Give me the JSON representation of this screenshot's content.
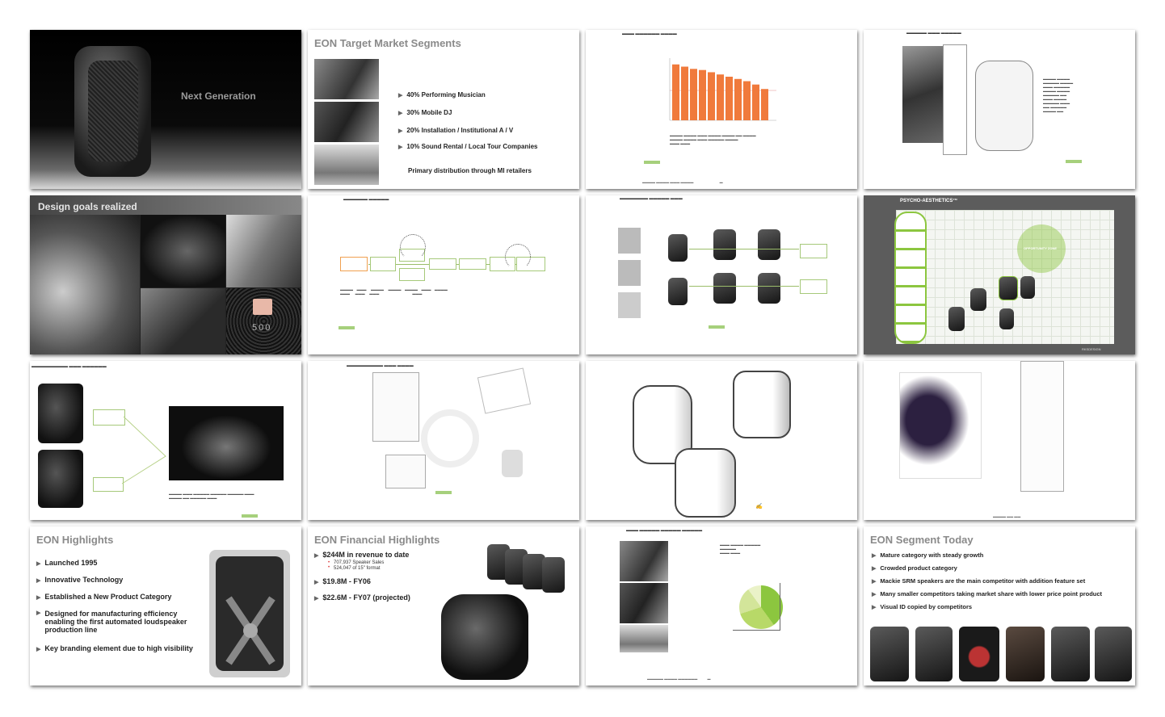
{
  "slides": {
    "next_gen": {
      "title": "Next Generation"
    },
    "target": {
      "title": "EON Target Market Segments",
      "bullets": [
        "40% Performing Musician",
        "30% Mobile DJ",
        "20% Installation / Institutional A / V",
        "10% Sound Rental / Local Tour Companies"
      ],
      "footer": "Primary distribution through MI retailers"
    },
    "design_goals": {
      "title": "Design goals realized",
      "badge_small": "500"
    },
    "psycho": {
      "title": "PSYCHO-AESTHETICS™",
      "zone": "OPPORTUNITY ZONE",
      "brand": "RKSDESIGN"
    },
    "highlights": {
      "title": "EON Highlights",
      "bullets": [
        "Launched 1995",
        "Innovative Technology",
        "Established a New Product Category",
        "Designed for manufacturing efficiency enabling the first automated loudspeaker production line",
        "Key branding element due to high visibility"
      ]
    },
    "financial": {
      "title": "EON Financial Highlights",
      "bullets": [
        {
          "main": "$244M in revenue to date",
          "subs": [
            "707,937 Speaker Sales",
            "524,047 of 15\" format"
          ]
        },
        {
          "main": "$19.8M - FY06",
          "subs": []
        },
        {
          "main": "$22.6M - FY07 (projected)",
          "subs": []
        }
      ]
    },
    "segment_today": {
      "title": "EON Segment Today",
      "bullets": [
        "Mature category with steady growth",
        "Crowded product category",
        "Mackie SRM speakers are the main competitor with addition feature set",
        "Many smaller competitors taking market share with lower price point product",
        "Visual ID copied by competitors"
      ]
    }
  },
  "colors": {
    "accent_green": "#a6d07c",
    "bar_orange": "#f07a3c",
    "bullet_grey": "#666666"
  },
  "chart_data": {
    "type": "bar",
    "values": [
      5,
      4.8,
      4.6,
      4.5,
      4.3,
      4.1,
      3.9,
      3.7,
      3.5,
      3.2,
      2.8
    ],
    "ylim": [
      0,
      5.2
    ]
  }
}
